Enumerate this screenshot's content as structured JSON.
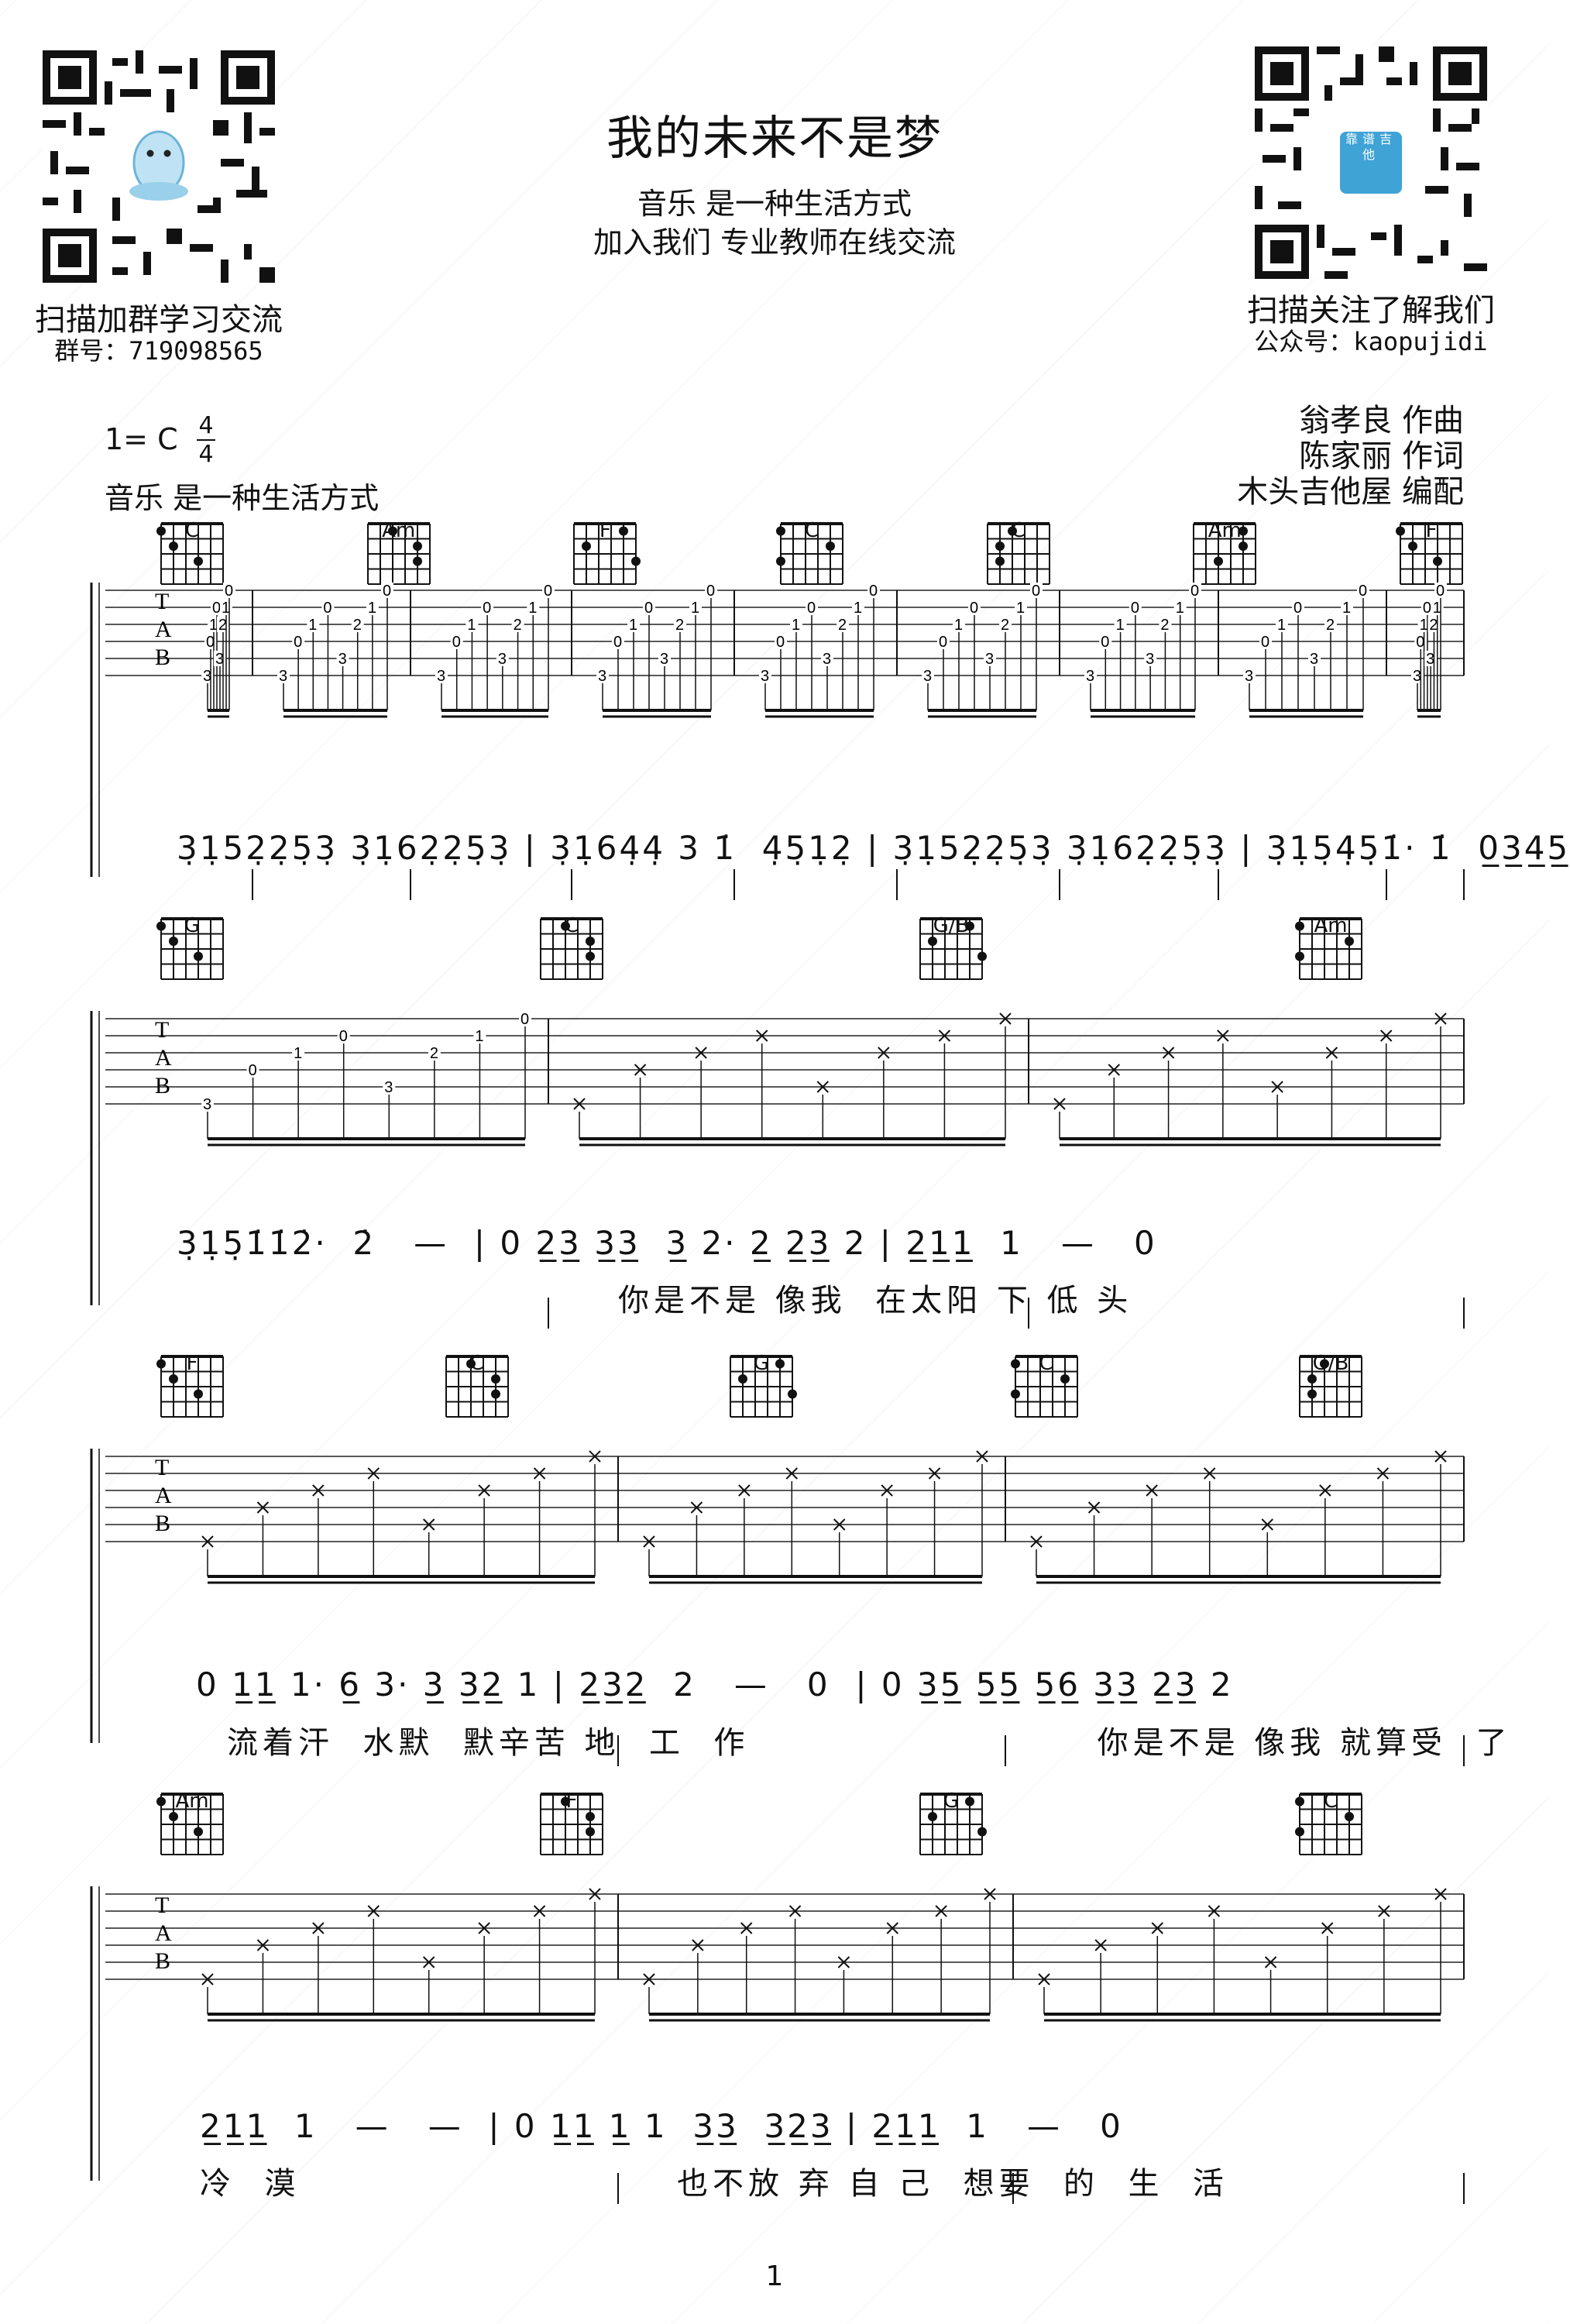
{
  "song": {
    "title": "我的未来不是梦",
    "header_line1": "音乐 是一种生活方式",
    "header_line2": "加入我们 专业教师在线交流"
  },
  "left_qr": {
    "caption": "扫描加群学习交流",
    "group_id": "群号：719098565"
  },
  "right_qr": {
    "caption": "扫描关注了解我们",
    "account": "公众号：kaopujidi",
    "badge_text": "靠谱吉他"
  },
  "key_signature": {
    "key": "1= C",
    "time_top": "4",
    "time_bottom": "4"
  },
  "tagline": "音乐 是一种生活方式",
  "credits": [
    "翁孝良 作曲",
    "陈家丽 作词",
    "木头吉他屋 编配"
  ],
  "systems": [
    {
      "chords": [
        "C",
        "Am",
        "F",
        "C",
        "C",
        "Am",
        "F"
      ],
      "notation": "3̣1̣52̣2̣5̣3̣ 3̣1̣62̣2̣5̣3̣ | 3̣1̣64̣4̣ 3 1̇  4̣5̣1̣2̣ | 3̣1̣52̣2̣5̣3̣ 3̣1̣62̣2̣5̣3̣ | 3̣1̣5̣4̣5̣1̇· 1̇  0̲3̲4̲5̲",
      "lyrics": ""
    },
    {
      "chords": [
        "G",
        "C",
        "G/B",
        "Am"
      ],
      "notation": "3̣1̣5̣1̇1̇2̇·  2̇   —  | 0 2̲3̲ 3̲3̲  3̲ 2· 2̲ 2̲3̲ 2 | 2̲1̲1̲  1   —   0",
      "lyrics": "你是不是 像我  在太阳 下 低 头"
    },
    {
      "chords": [
        "F",
        "C",
        "G",
        "C",
        "G/B"
      ],
      "notation": "0 1̲1̲ 1· 6̲ 3· 3̲ 3̲2̲ 1 | 2̲3̲2̲  2   —   0  | 0 3̲5̲ 5̲5̲ 5̲6̲ 3̲3̲ 2̲3̲ 2",
      "lyrics": "流着汗  水默  默辛苦 地  工  作                        你是不是 像我 就算受  了"
    },
    {
      "chords": [
        "Am",
        "F",
        "G",
        "C"
      ],
      "notation": "2̲1̲1̲  1   —   —  | 0 1̲1̲ 1̲ 1  3̲3̲  3̲2̲3̲ | 2̲1̲1̲  1   —   0",
      "lyrics": "冷  漠                          也不放 弃 自 己  想要  的  生  活"
    }
  ],
  "page_number": "1"
}
